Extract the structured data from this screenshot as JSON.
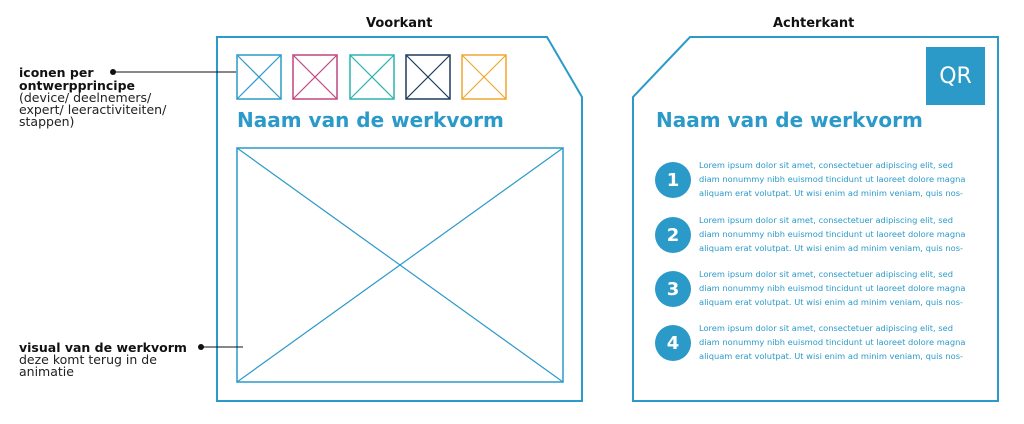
{
  "headings": {
    "front": "Voorkant",
    "back": "Achterkant"
  },
  "annotations": {
    "icons": {
      "title_line1": "iconen per",
      "title_line2": "ontwerpprincipe",
      "sub_line1": "(device/ deelnemers/",
      "sub_line2": "expert/ leeractiviteiten/",
      "sub_line3": "stappen)"
    },
    "visual": {
      "title": "visual van de werkvorm",
      "sub_line1": "deze komt terug in de",
      "sub_line2": "animatie"
    }
  },
  "front_card": {
    "title": "Naam van de werkvorm",
    "icon_colors": [
      "#2b9ac9",
      "#c0477f",
      "#2bb3b1",
      "#1d3c5c",
      "#f0a731"
    ],
    "visual_color": "#2b9ac9"
  },
  "back_card": {
    "qr_label": "QR",
    "title": "Naam van de werkvorm",
    "steps": [
      {
        "number": "1",
        "line1": "Lorem ipsum dolor sit amet, consectetuer adipiscing elit, sed",
        "line2": "diam nonummy nibh euismod tincidunt ut laoreet dolore magna",
        "line3": "aliquam erat volutpat. Ut wisi enim ad minim veniam, quis nos-"
      },
      {
        "number": "2",
        "line1": "Lorem ipsum dolor sit amet, consectetuer adipiscing elit, sed",
        "line2": "diam nonummy nibh euismod tincidunt ut laoreet dolore magna",
        "line3": "aliquam erat volutpat. Ut wisi enim ad minim veniam, quis nos-"
      },
      {
        "number": "3",
        "line1": "Lorem ipsum dolor sit amet, consectetuer adipiscing elit, sed",
        "line2": "diam nonummy nibh euismod tincidunt ut laoreet dolore magna",
        "line3": "aliquam erat volutpat. Ut wisi enim ad minim veniam, quis nos-"
      },
      {
        "number": "4",
        "line1": "Lorem ipsum dolor sit amet, consectetuer adipiscing elit, sed",
        "line2": "diam nonummy nibh euismod tincidunt ut laoreet dolore magna",
        "line3": "aliquam erat volutpat. Ut wisi enim ad minim veniam, quis nos-"
      }
    ]
  },
  "colors": {
    "accent": "#2b9ac9",
    "text": "#111111"
  }
}
